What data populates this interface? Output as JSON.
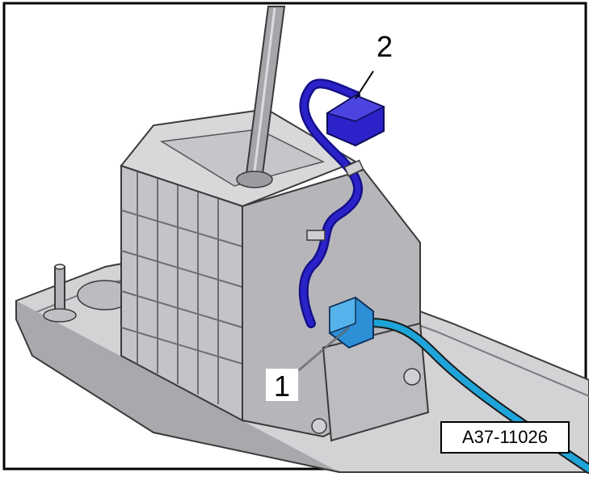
{
  "figure": {
    "figure_id": "A37-11026",
    "callouts": [
      {
        "number": "1",
        "target": "cable connector"
      },
      {
        "number": "2",
        "target": "connector"
      }
    ]
  },
  "colors": {
    "housing": "#c9c9cc",
    "housing_dark": "#8c8c90",
    "cable_light_blue": "#1ea4d8",
    "harness_blue": "#2b22c9",
    "connector_blue": "#2d8fd6",
    "outline": "#3a3a3a",
    "frame": "#000000"
  }
}
